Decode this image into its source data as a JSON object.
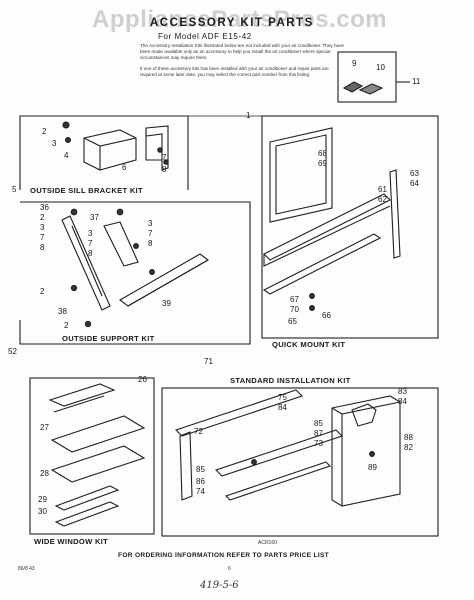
{
  "watermark": "AppliancePartsPros.com",
  "header": {
    "title": "ACCESSORY KIT PARTS",
    "model": "For Model ADF E15-42",
    "intro_1": "The Accessory Installation Kits illustrated below are not included with your air conditioner. They have been made available only as an accessory to help you install the air conditioner where special circumstances may require them.",
    "intro_2": "If one of these accessory kits has been installed with your air conditioner and repair parts are required at some later date, you may select the correct part number from this listing."
  },
  "kits": {
    "outside_sill_bracket": "OUTSIDE SILL BRACKET KIT",
    "outside_support": "OUTSIDE SUPPORT KIT",
    "quick_mount": "QUICK MOUNT KIT",
    "standard_installation": "STANDARD INSTALLATION KIT",
    "wide_window": "WIDE WINDOW KIT"
  },
  "parts": {
    "p9": "9",
    "p10": "10",
    "p11": "11",
    "p1": "1",
    "sb_2": "2",
    "sb_3": "3",
    "sb_4": "4",
    "sb_5": "5",
    "sb_6": "6",
    "sb_7": "7",
    "sb_8": "8",
    "qm_68": "68",
    "qm_69": "69",
    "qm_63": "63",
    "qm_64": "64",
    "qm_61": "61",
    "qm_62": "62",
    "qm_67": "67",
    "qm_70": "70",
    "qm_65": "65",
    "qm_66": "66",
    "os_36": "36",
    "os_37": "37",
    "os_2a": "2",
    "os_3a": "3",
    "os_7a": "7",
    "os_8a": "8",
    "os_3b": "3",
    "os_7b": "7",
    "os_8b": "8",
    "os_3c": "3",
    "os_7c": "7",
    "os_8c": "8",
    "os_2b": "2",
    "os_38": "38",
    "os_2c": "2",
    "os_39": "39",
    "os_52": "52",
    "ww_26": "26",
    "ww_27": "27",
    "ww_28": "28",
    "ww_29": "29",
    "ww_30": "30",
    "si_71": "71",
    "si_75": "75",
    "si_84a": "84",
    "si_83": "83",
    "si_84b": "84",
    "si_72": "72",
    "si_85": "85",
    "si_87": "87",
    "si_73": "73",
    "si_88": "88",
    "si_82": "82",
    "si_85b": "85",
    "si_86": "86",
    "si_74": "74",
    "si_89": "89"
  },
  "footer": {
    "order_info": "FOR ORDERING INFORMATION REFER TO PARTS PRICE LIST",
    "figure_code": "ACR160",
    "left_code": "86/8 43",
    "page_num": "6",
    "handwritten": "419-5-6"
  }
}
